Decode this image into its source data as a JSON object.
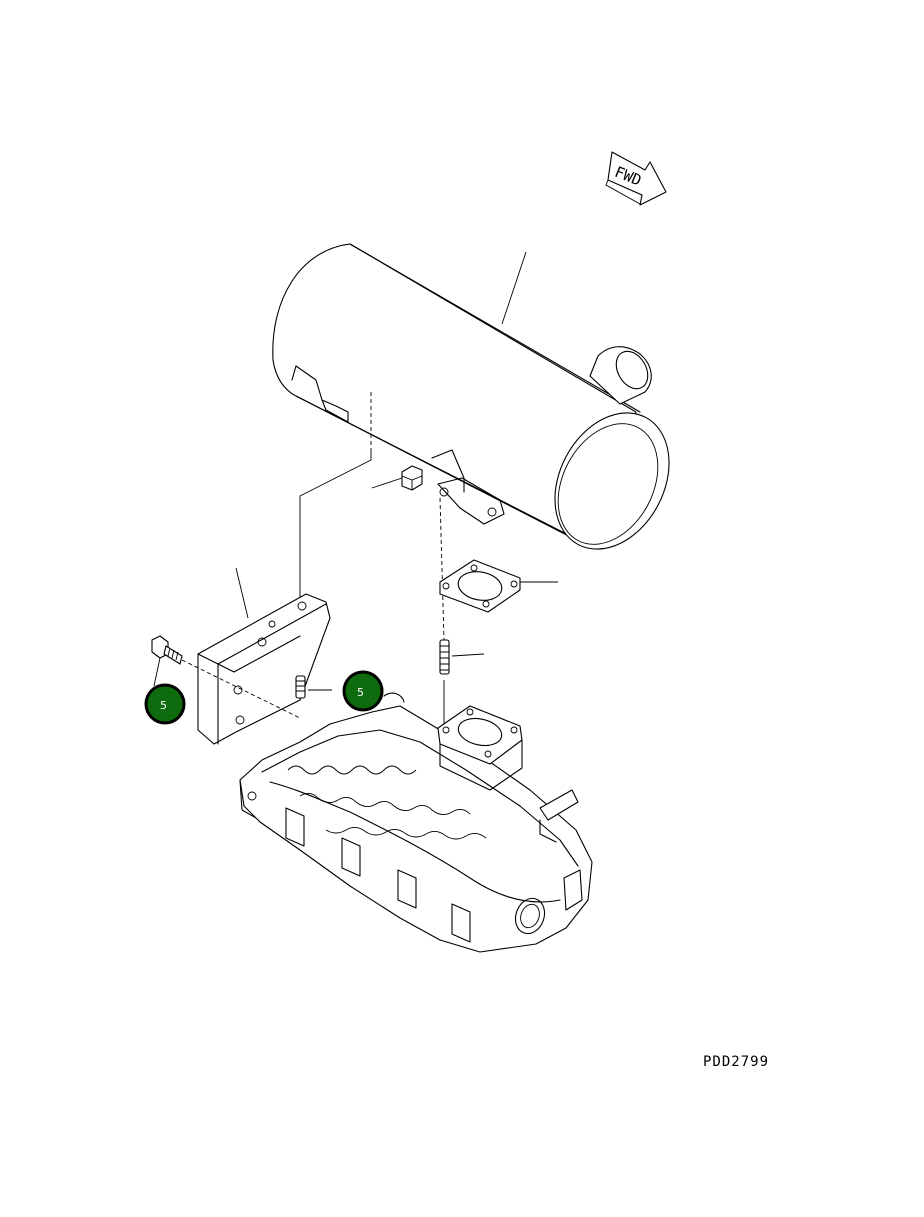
{
  "diagram": {
    "drawing_number": "PDD2799",
    "direction_label": "FWD",
    "callouts": [
      {
        "label": "5",
        "color": "#0e6b0e"
      },
      {
        "label": "5",
        "color": "#0e6b0e"
      }
    ]
  }
}
